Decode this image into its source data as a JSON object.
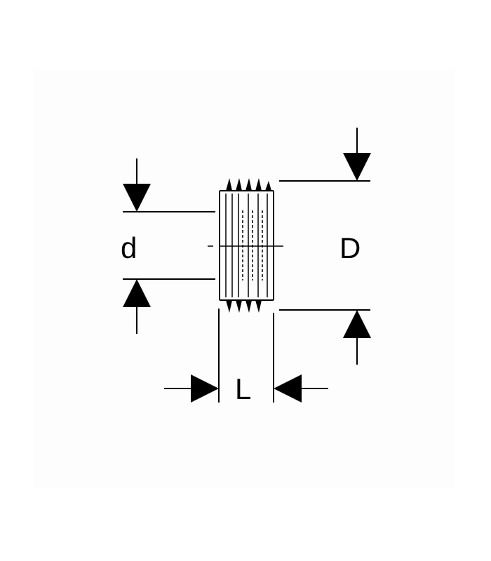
{
  "labels": {
    "inner_diameter": "d",
    "outer_diameter": "D",
    "length": "L"
  },
  "colors": {
    "line": "#000000",
    "background": "#ffffff",
    "panel": "#fdfdfd"
  }
}
